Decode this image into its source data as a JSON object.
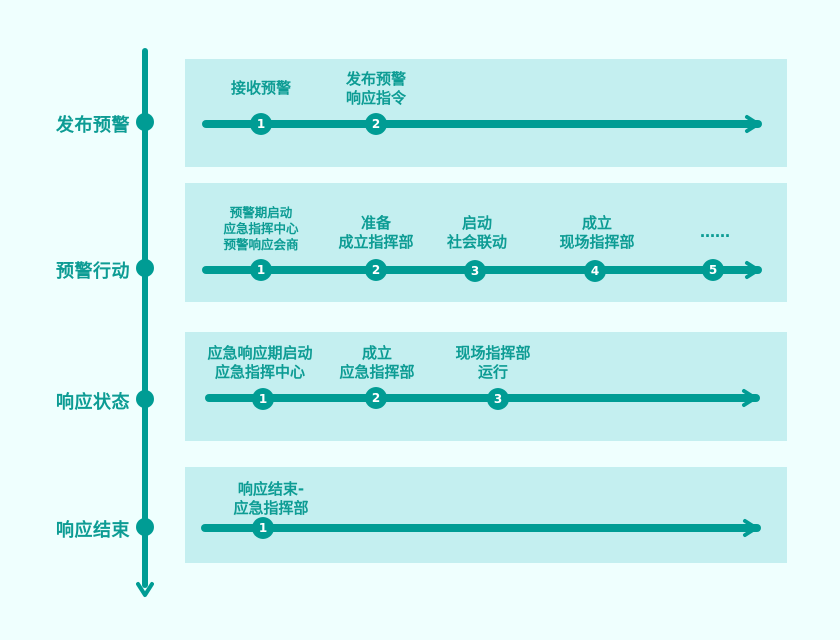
{
  "colors": {
    "accent": "#009c94",
    "panel": "#c4eff0",
    "background": "#effffe"
  },
  "stages": [
    {
      "label": "发布预警",
      "steps": [
        {
          "num": "1",
          "caption": "接收预警"
        },
        {
          "num": "2",
          "caption": "发布预警\n响应指令"
        }
      ]
    },
    {
      "label": "预警行动",
      "steps": [
        {
          "num": "1",
          "caption": "预警期启动\n应急指挥中心\n预警响应会商"
        },
        {
          "num": "2",
          "caption": "准备\n成立指挥部"
        },
        {
          "num": "3",
          "caption": "启动\n社会联动"
        },
        {
          "num": "4",
          "caption": "成立\n现场指挥部"
        },
        {
          "num": "5",
          "caption": "……"
        }
      ]
    },
    {
      "label": "响应状态",
      "steps": [
        {
          "num": "1",
          "caption": "应急响应期启动\n应急指挥中心"
        },
        {
          "num": "2",
          "caption": "成立\n应急指挥部"
        },
        {
          "num": "3",
          "caption": "现场指挥部\n运行"
        }
      ]
    },
    {
      "label": "响应结束",
      "steps": [
        {
          "num": "1",
          "caption": "响应结束-\n应急指挥部"
        }
      ]
    }
  ]
}
